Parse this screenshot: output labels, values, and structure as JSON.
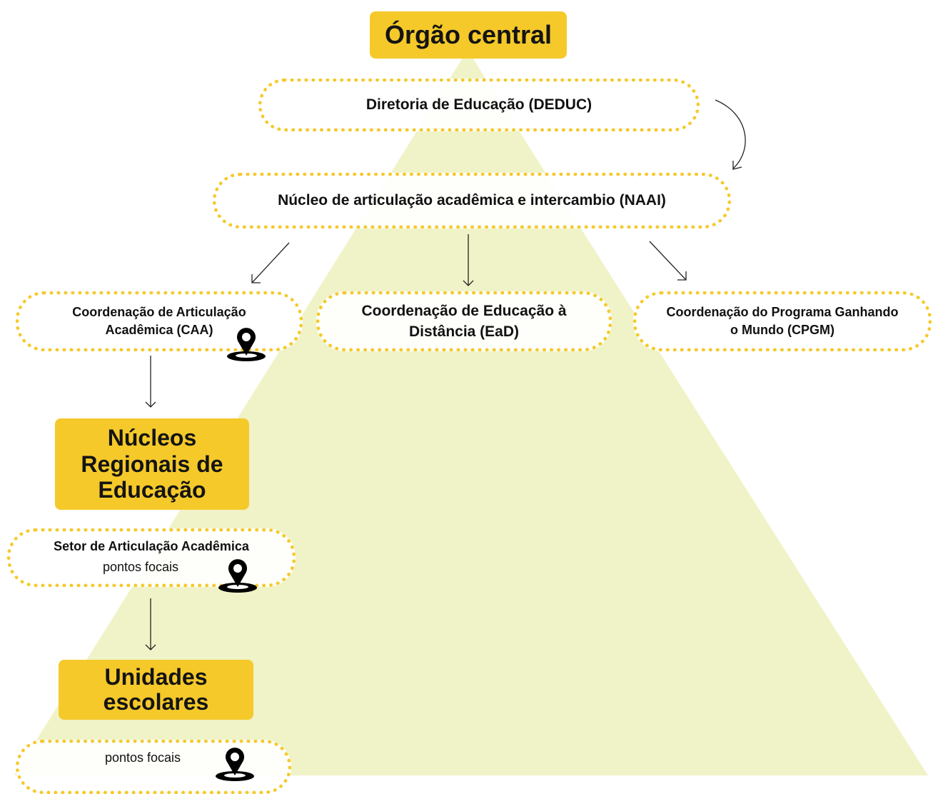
{
  "colors": {
    "accent": "#f5c92a",
    "pyramid": "#eff3c7",
    "text": "#141414"
  },
  "headers": {
    "central": "Órgão central",
    "regional": "Núcleos Regionais de Educação",
    "schools": "Unidades escolares"
  },
  "nodes": {
    "deduc": "Diretoria de Educação (DEDUC)",
    "naai": "Núcleo de articulação acadêmica e intercambio (NAAI)",
    "caa": "Coordenação de Articulação Acadêmica (CAA)",
    "ead": "Coordenação de Educação à Distância (EaD)",
    "cpgm": "Coordenação do Programa Ganhando o Mundo (CPGM)",
    "setor": "Setor de Articulação Acadêmica",
    "setor_sub": "pontos focais",
    "schools_sub": "pontos focais"
  },
  "icons": [
    "location-pin-icon"
  ]
}
